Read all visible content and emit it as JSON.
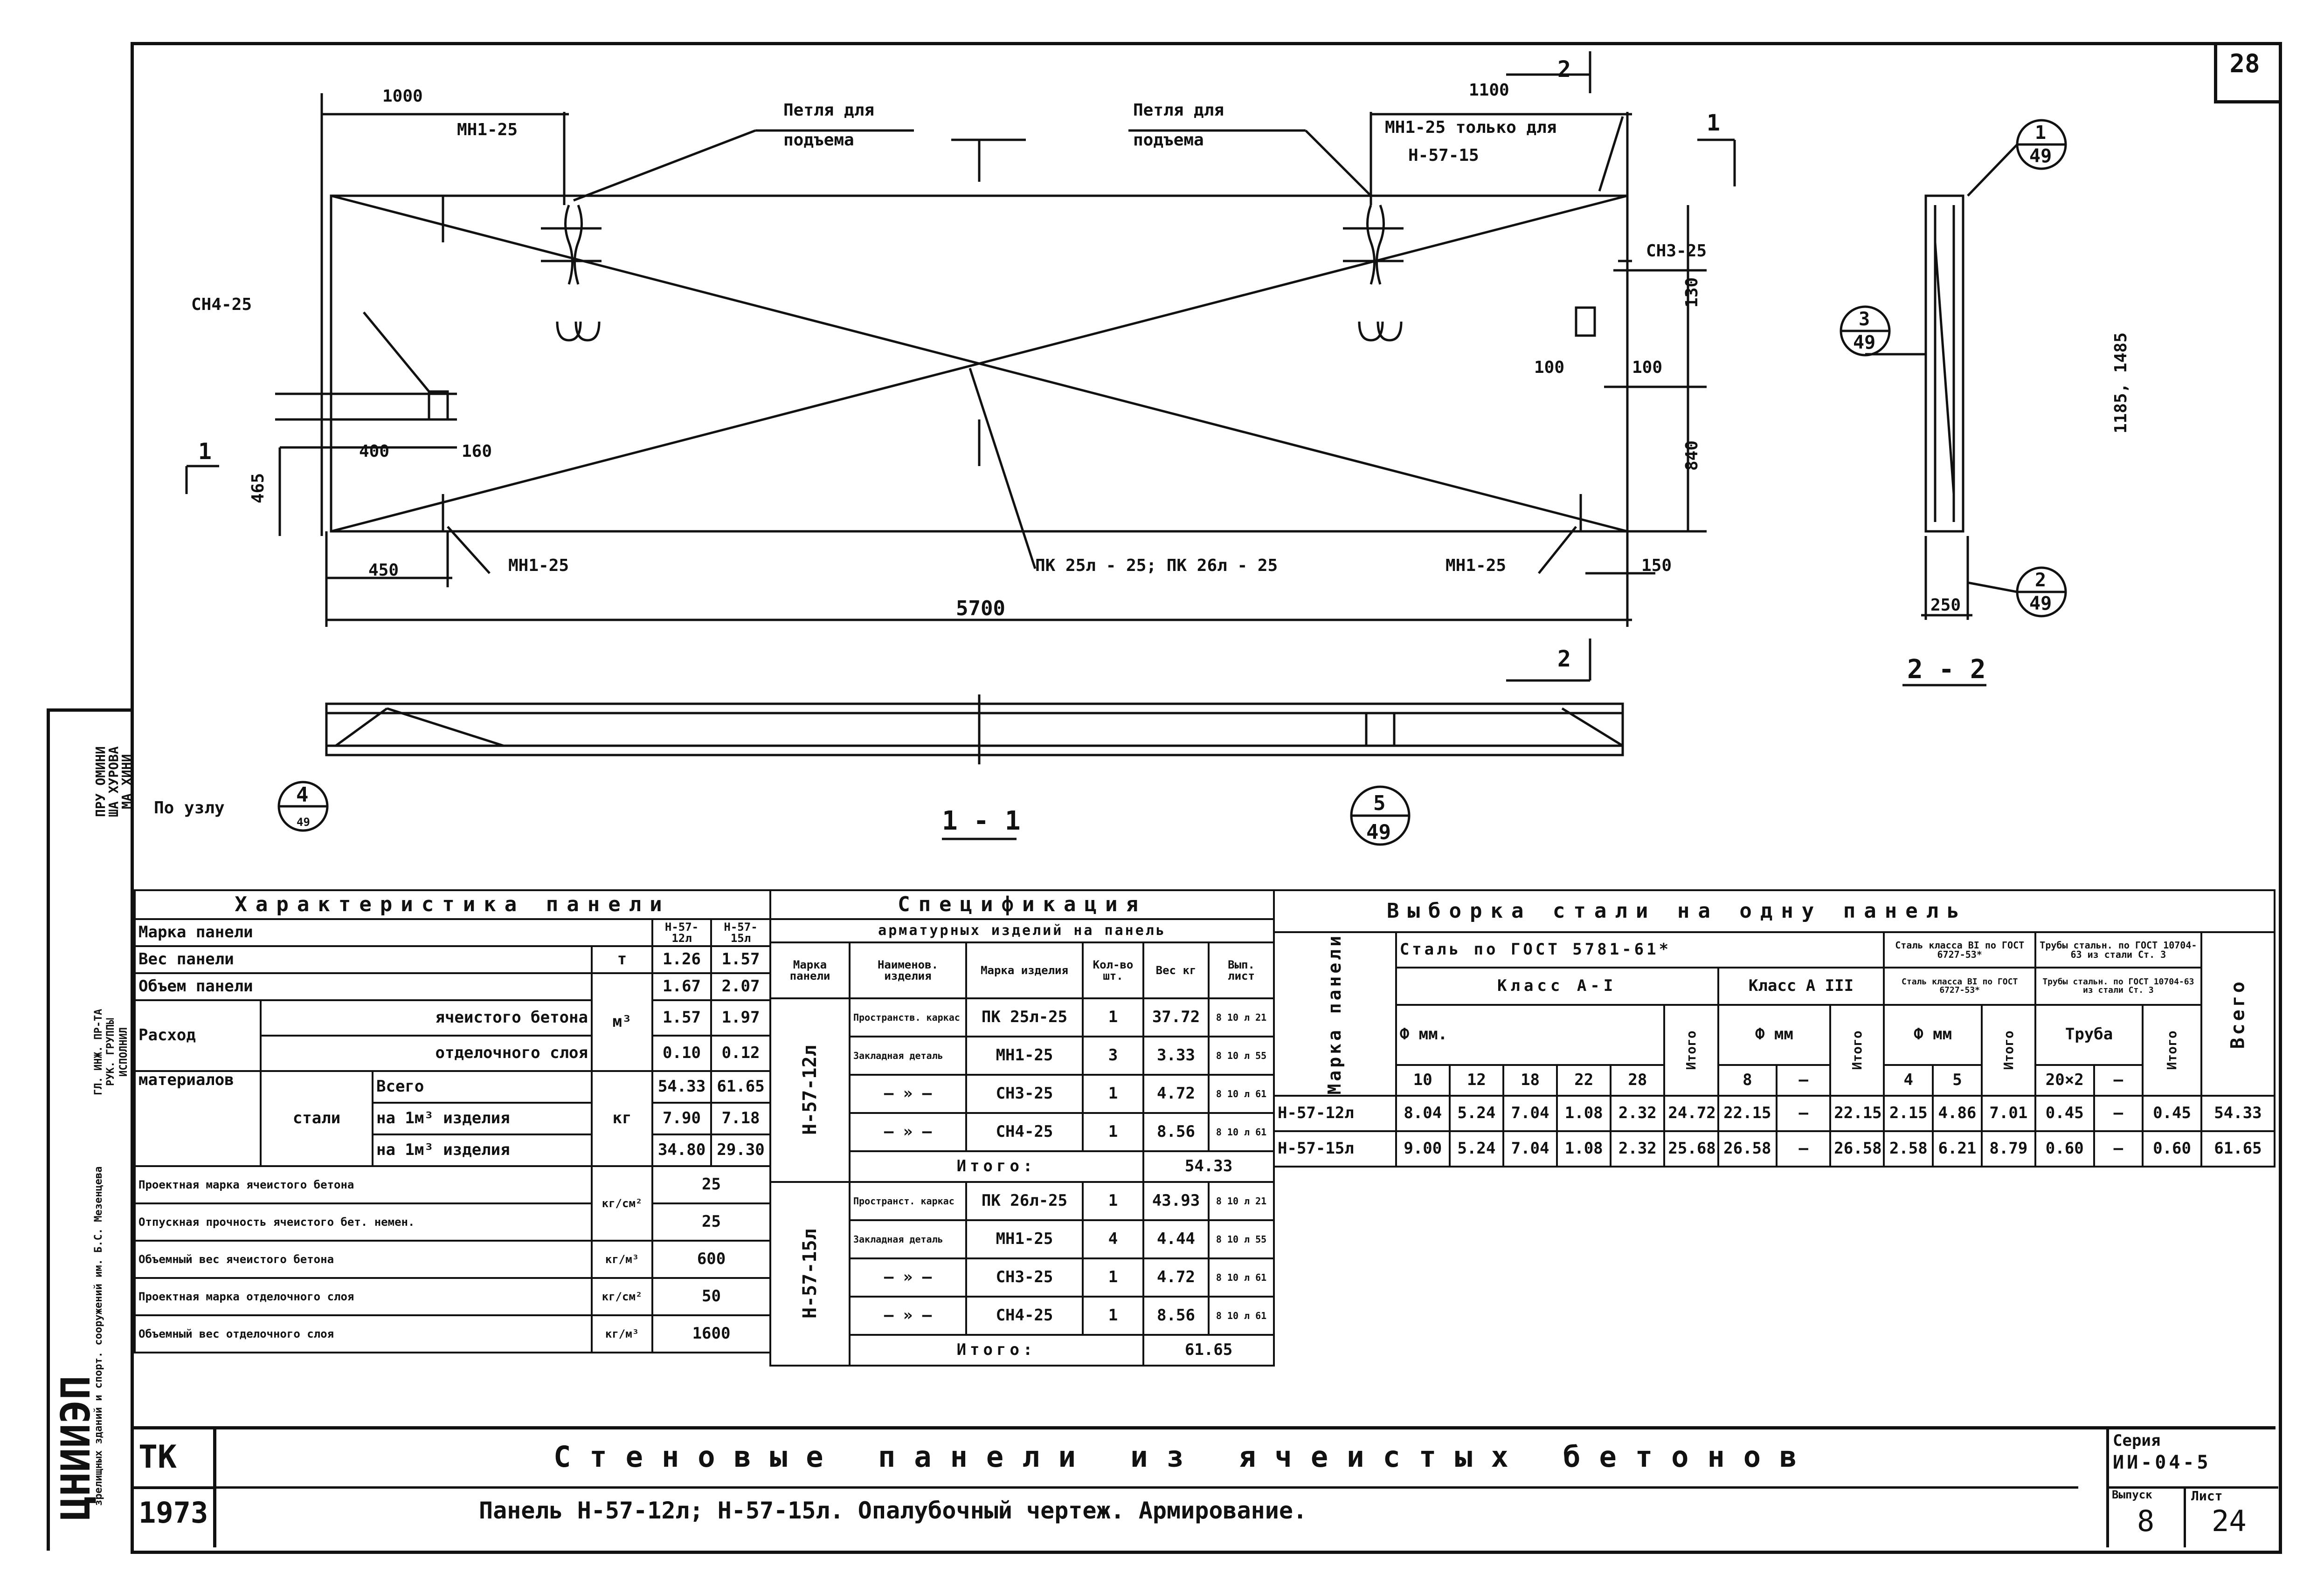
{
  "sheet_number": "28",
  "drawing": {
    "dim_top_left": "1000",
    "dim_top_right": "1100",
    "label_mn1_top": "МН1-25",
    "loop_left": [
      "Петля для",
      "подъема"
    ],
    "loop_right": [
      "Петля для",
      "подъема"
    ],
    "mn1_only": [
      "МН1-25 только для",
      "Н-57-15"
    ],
    "sn3": "СН3-25",
    "sn4": "СН4-25",
    "dim_100a": "100",
    "dim_100b": "100",
    "dim_130": "130",
    "dim_840": "840",
    "dim_400": "400",
    "dim_160": "160",
    "dim_465": "465",
    "dim_450": "450",
    "dim_150": "150",
    "dim_5700": "5700",
    "label_mn1_bl": "МН1-25",
    "label_mn1_br": "МН1-25",
    "label_pk": "ПК 25л - 25; ПК 26л - 25",
    "section_1": "1",
    "section_2": "2",
    "section_1_1": "1 - 1",
    "section_2_2": "2 - 2",
    "dim_250": "250",
    "dim_height": "1185, 1485",
    "node_label": "По узлу",
    "node_4": "4",
    "node_4_sheet": "49",
    "node_5": "5",
    "node_5_sheet": "49",
    "node_1": "1",
    "node_1_sheet": "49",
    "node_3": "3",
    "node_3_sheet": "49",
    "node_2": "2",
    "node_2_sheet": "49"
  },
  "side_stamp": {
    "org": "ЦНИИЭП",
    "org_sub": "зрелищных зданий и спорт. сооружений им. Б.С. Мезенцева",
    "rows": [
      {
        "role": "ГЛ. ИНЖ. ПР-ТА",
        "name": "ПРУ ОМИНИ"
      },
      {
        "role": "РУК. ГРУППЫ",
        "name": "ША ХУРОВА"
      },
      {
        "role": "ИСПОЛНИЛ",
        "name": "МА ХИНИ"
      }
    ]
  },
  "panel_characteristics": {
    "title": "Характеристика панели",
    "mark_label": "Марка панели",
    "mark_a": "Н-57-12л",
    "mark_b": "Н-57-15л",
    "rows": [
      {
        "label": "Вес панели",
        "unit": "т",
        "a": "1.26",
        "b": "1.57"
      },
      {
        "label": "Объем панели",
        "unit": "м³",
        "a": "1.67",
        "b": "2.07"
      }
    ],
    "consumption_label": "Расход",
    "materials_label": "материалов",
    "cellular_label": "ячеистого бетона",
    "cellular_a": "1.57",
    "cellular_b": "1.97",
    "finish_label": "отделочного слоя",
    "finish_a": "0.10",
    "finish_b": "0.12",
    "steel_label": "стали",
    "steel_total_label": "Всего",
    "steel_total_a": "54.33",
    "steel_total_b": "61.65",
    "steel_item_label": "на 1м³ изделия",
    "steel_item_a": "7.90",
    "steel_item_b": "7.18",
    "steel_conc_label": "на 1м³ изделия",
    "steel_conc_a": "34.80",
    "steel_conc_b": "29.30",
    "steel_unit": "кг",
    "props": [
      {
        "label": "Проектная марка ячеистого бетона",
        "unit": "кг/см²",
        "value": "25"
      },
      {
        "label": "Отпускная прочность ячеистого бет. немен.",
        "unit": "",
        "value": "25"
      },
      {
        "label": "Объемный вес ячеистого бетона",
        "unit": "кг/м³",
        "value": "600"
      },
      {
        "label": "Проектная марка отделочного слоя",
        "unit": "кг/см²",
        "value": "50"
      },
      {
        "label": "Объемный вес отделочного слоя",
        "unit": "кг/м³",
        "value": "1600"
      }
    ]
  },
  "specification": {
    "title": "Спецификация",
    "subtitle": "арматурных изделий на панель",
    "headers": [
      "Марка панели",
      "Наименов. изделия",
      "Марка изделия",
      "Кол-во шт.",
      "Вес кг",
      "Вып. лист"
    ],
    "groups": [
      {
        "panel": "Н-57-12л",
        "rows": [
          {
            "name": "Пространств. каркас",
            "mark": "ПК 25л-25",
            "qty": "1",
            "weight": "37.72",
            "sheet": "8 10 л 21"
          },
          {
            "name": "Закладная деталь",
            "mark": "МН1-25",
            "qty": "3",
            "weight": "3.33",
            "sheet": "8 10 л 55"
          },
          {
            "name": "— » —",
            "mark": "СН3-25",
            "qty": "1",
            "weight": "4.72",
            "sheet": "8 10 л 61"
          },
          {
            "name": "— » —",
            "mark": "СН4-25",
            "qty": "1",
            "weight": "8.56",
            "sheet": "8 10 л 61"
          }
        ],
        "total_label": "Итого:",
        "total": "54.33"
      },
      {
        "panel": "Н-57-15л",
        "rows": [
          {
            "name": "Пространст. каркас",
            "mark": "ПК 26л-25",
            "qty": "1",
            "weight": "43.93",
            "sheet": "8 10 л 21"
          },
          {
            "name": "Закладная деталь",
            "mark": "МН1-25",
            "qty": "4",
            "weight": "4.44",
            "sheet": "8 10 л 55"
          },
          {
            "name": "— » —",
            "mark": "СН3-25",
            "qty": "1",
            "weight": "4.72",
            "sheet": "8 10 л 61"
          },
          {
            "name": "— » —",
            "mark": "СН4-25",
            "qty": "1",
            "weight": "8.56",
            "sheet": "8 10 л 61"
          }
        ],
        "total_label": "Итого:",
        "total": "61.65"
      }
    ]
  },
  "steel_sample": {
    "title": "Выборка стали на одну панель",
    "mark_label": "Марка панели",
    "gost_label": "Сталь по ГОСТ 5781-61*",
    "class_a1": "Класс А-I",
    "class_a3": "Класс А III",
    "phi_mm": "Ф мм.",
    "phi_mm2": "Ф мм",
    "phi_mm3": "Ф мм",
    "total_label": "Итого",
    "bt_label": "Сталь класса ВI по ГОСТ 6727-53*",
    "pipe_label": "Трубы стальн. по ГОСТ 10704-63 из стали Ст. 3",
    "pipe_sub": "Труба",
    "pipe_size": "20×2",
    "grand_total_label": "Всего",
    "a1_diams": [
      "10",
      "12",
      "18",
      "22",
      "28"
    ],
    "a3_diams": [
      "8",
      "–"
    ],
    "bt_diams": [
      "4",
      "5"
    ],
    "dash": "–",
    "rows": [
      {
        "mark": "Н-57-12л",
        "a1": [
          "8.04",
          "5.24",
          "7.04",
          "1.08",
          "2.32"
        ],
        "a1_total": "24.72",
        "a3": [
          "22.15",
          "—"
        ],
        "a3_total": "22.15",
        "bt": [
          "2.15",
          "4.86"
        ],
        "bt_total": "7.01",
        "pipe": [
          "0.45",
          "—"
        ],
        "pipe_total": "0.45",
        "total": "54.33"
      },
      {
        "mark": "Н-57-15л",
        "a1": [
          "9.00",
          "5.24",
          "7.04",
          "1.08",
          "2.32"
        ],
        "a1_total": "25.68",
        "a3": [
          "26.58",
          "—"
        ],
        "a3_total": "26.58",
        "bt": [
          "2.58",
          "6.21",
          ""
        ],
        "bt_total": "8.79",
        "pipe": [
          "0.60",
          "—"
        ],
        "pipe_total": "0.60",
        "total": "61.65"
      }
    ]
  },
  "title_block": {
    "tk": "ТК",
    "year": "1973",
    "title": "Стеновые панели из ячеистых бетонов",
    "subtitle": "Панель Н-57-12л; Н-57-15л. Опалубочный чертеж. Армирование.",
    "series_label": "Серия",
    "series": "ИИ-04-5",
    "issue_label": "Выпуск",
    "issue": "8",
    "sheet_label": "Лист",
    "sheet": "24"
  }
}
